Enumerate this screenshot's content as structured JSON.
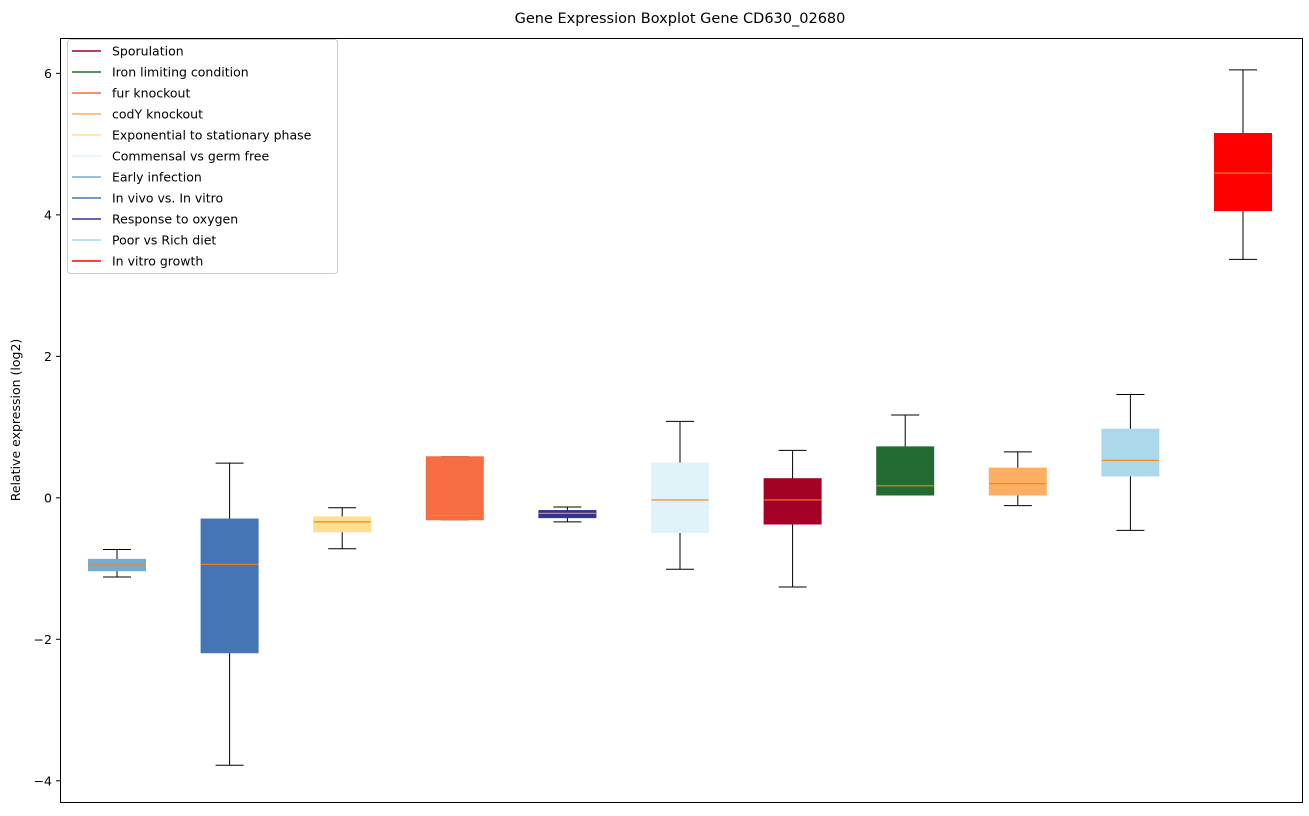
{
  "chart_data": {
    "type": "boxplot",
    "title": "Gene Expression Boxplot Gene CD630_02680",
    "xlabel": "",
    "ylabel": "Relative expression (log2)",
    "ylim": [
      -4.3,
      6.5
    ],
    "yticks": [
      -4,
      -2,
      0,
      2,
      4,
      6
    ],
    "ytick_labels": [
      "−4",
      "−2",
      "0",
      "2",
      "4",
      "6"
    ],
    "grid": false,
    "legend_placement": "top-left",
    "legend": [
      {
        "label": "Sporulation",
        "color": "#a50026"
      },
      {
        "label": "Iron limiting condition",
        "color": "#236b30"
      },
      {
        "label": "fur knockout",
        "color": "#f46d43"
      },
      {
        "label": "codY knockout",
        "color": "#fdae61"
      },
      {
        "label": "Exponential to stationary phase",
        "color": "#fee090"
      },
      {
        "label": "Commensal vs germ free",
        "color": "#e0f3f8"
      },
      {
        "label": "Early infection",
        "color": "#74add1"
      },
      {
        "label": "In vivo vs. In vitro",
        "color": "#4575b4"
      },
      {
        "label": "Response to oxygen",
        "color": "#313695"
      },
      {
        "label": "Poor vs Rich diet",
        "color": "#abd9e9"
      },
      {
        "label": "In vitro growth",
        "color": "#ff0000"
      }
    ],
    "median_color": "#ff7f0e",
    "boxes": [
      {
        "condition": "Early infection",
        "color": "#74add1",
        "whisker_low": -1.12,
        "q1": -1.03,
        "median": -0.95,
        "q3": -0.87,
        "whisker_high": -0.73
      },
      {
        "condition": "In vivo vs. In vitro",
        "color": "#4575b4",
        "whisker_low": -3.78,
        "q1": -2.19,
        "median": -0.94,
        "q3": -0.3,
        "whisker_high": 0.49
      },
      {
        "condition": "Exponential to stationary phase",
        "color": "#fee090",
        "whisker_low": -0.72,
        "q1": -0.48,
        "median": -0.34,
        "q3": -0.27,
        "whisker_high": -0.14
      },
      {
        "condition": "fur knockout",
        "color": "#f46d43",
        "whisker_low": -0.31,
        "q1": -0.31,
        "median": -0.25,
        "q3": 0.58,
        "whisker_high": 0.58
      },
      {
        "condition": "Response to oxygen",
        "color": "#313695",
        "whisker_low": -0.34,
        "q1": -0.28,
        "median": -0.22,
        "q3": -0.18,
        "whisker_high": -0.13
      },
      {
        "condition": "Commensal vs germ free",
        "color": "#e0f3f8",
        "whisker_low": -1.01,
        "q1": -0.49,
        "median": -0.03,
        "q3": 0.49,
        "whisker_high": 1.08
      },
      {
        "condition": "Sporulation",
        "color": "#a50026",
        "whisker_low": -1.26,
        "q1": -0.37,
        "median": -0.03,
        "q3": 0.27,
        "whisker_high": 0.67
      },
      {
        "condition": "Iron limiting condition",
        "color": "#236b30",
        "whisker_low": 0.04,
        "q1": 0.04,
        "median": 0.17,
        "q3": 0.72,
        "whisker_high": 1.17
      },
      {
        "condition": "codY knockout",
        "color": "#fdae61",
        "whisker_low": -0.11,
        "q1": 0.04,
        "median": 0.2,
        "q3": 0.42,
        "whisker_high": 0.65
      },
      {
        "condition": "Poor vs Rich diet",
        "color": "#abd9e9",
        "whisker_low": -0.46,
        "q1": 0.31,
        "median": 0.53,
        "q3": 0.97,
        "whisker_high": 1.46
      },
      {
        "condition": "In vitro growth",
        "color": "#ff0000",
        "whisker_low": 3.37,
        "q1": 4.06,
        "median": 4.59,
        "q3": 5.15,
        "whisker_high": 6.05
      }
    ]
  }
}
